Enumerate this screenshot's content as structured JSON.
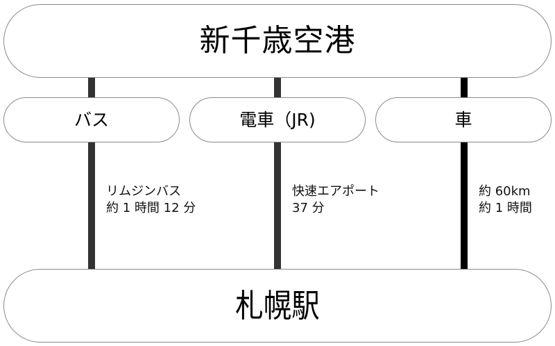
{
  "diagram": {
    "origin": {
      "label": "新千歳空港"
    },
    "destination": {
      "label": "札幌駅"
    },
    "routes": [
      {
        "mode": "バス",
        "line_color": "#333333",
        "description": [
          "リムジンバス",
          "約 1 時間 12 分"
        ]
      },
      {
        "mode": "電車（JR)",
        "line_color": "#333333",
        "description": [
          "快速エアポート",
          "37 分"
        ]
      },
      {
        "mode": "車",
        "line_color": "#000000",
        "description": [
          "約 60km",
          "約 1 時間"
        ]
      }
    ]
  },
  "style": {
    "border_color": "#8a8a8a",
    "background": "#ffffff",
    "text_color": "#000000"
  }
}
